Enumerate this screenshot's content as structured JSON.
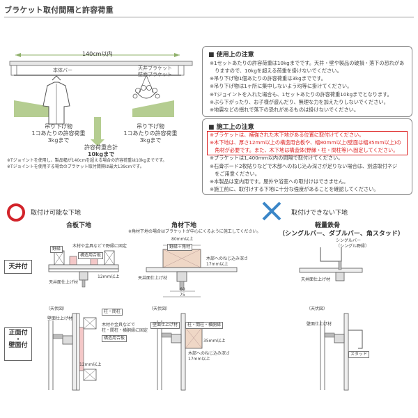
{
  "title": "ブラケット取付間隔と許容荷重",
  "top_diagram": {
    "span_label": "140cm以内",
    "bar_label": "本体バー",
    "bracket_label_1": "天井ブラケット",
    "bracket_label_2": "壁面ブラケット",
    "left_load_1": "吊り下げ物",
    "left_load_2": "1コあたりの許容荷重",
    "left_load_3": "3kgまで",
    "right_load_1": "吊り下げ物",
    "right_load_2": "1コあたりの許容荷重",
    "right_load_3": "3kgまで",
    "total_1": "許容荷重合計",
    "total_2": "10kgまで",
    "footnote_1": "※Tジョイントを使用し、製品幅が140cmを超える場合の許容荷重は10kgまでです。",
    "footnote_2": "※Tジョイントを使用する場合のブラケット取付間隔は最大139cmです。"
  },
  "notes_use": {
    "title": "■ 使用上の注意",
    "lines": [
      "※1セットあたりの許容荷重は10kgまでです。天井・壁や製品の破損・落下の恐れがあ",
      "　りますので、10kgを超える荷重を掛けないでください。",
      "※吊り下げ物1個あたりの許容荷重は3kgまでです。",
      "※吊り下げ物は1ヶ所に集中しないよう均等に掛けてください。",
      "※Tジョイントを入れた場合も、1セットあたりの許容荷重10kgまでとなります。",
      "※ぶら下がったり、お子様が遊んだり、無理な力を加えたりしないでください。",
      "※地震などの揺れで落下の恐れがあるものは掛けないでください。"
    ]
  },
  "notes_install": {
    "title": "■ 施工上の注意",
    "red_lines": [
      "※ブラケットは、補強された木下地がある位置に取付けてください。",
      "※木下地は、厚さ12mm以上の構造用合板や、幅80mm以上(壁面は幅35mm以上)の",
      "　角材が必要です。また、木下地は構造体(野縁・柱・間柱等)へ固定してください。"
    ],
    "lines": [
      "※プラケットは1,400mm以内の間隔で取付けてください。",
      "※石膏ボード2枚貼りなどで木部へのねじ込み深さが足りない場合は、別途取付ネジ",
      "　をご用意ください。",
      "※本製品は室内用です。屋外や浴室への取付けはできません。",
      "※施工前に、取付けする下地に十分な強度があることを確認してください。"
    ]
  },
  "ok_section": {
    "header": "取付け可能な下地",
    "col1": "合板下地",
    "col2": "角材下地",
    "col2_note": "※角材下地の場合はブラケットが中心にくるように施工してください。"
  },
  "ng_section": {
    "header": "取付けできない下地",
    "sub1": "軽量鉄骨",
    "sub2": "（シングルバー、ダブルバー、角スタッド）"
  },
  "rows": {
    "ceiling": "天井付",
    "wall_1": "正面付",
    "wall_2": "・",
    "wall_3": "壁面付"
  },
  "ceiling_plywood": {
    "nobuchi": "野縁",
    "wood_note": "木材や金具などで野縁に固定",
    "plywood": "構造用合板",
    "finish": "天井面仕上げ材",
    "depth": "12mm以上"
  },
  "ceiling_lumber": {
    "dim": "80mm以上",
    "nobuchi": "野縁＋角材",
    "screw": "木部へのねじ込み深さ",
    "screw2": "17mm以上",
    "finish": "天井面仕上げ材",
    "w60": "60",
    "w75": "75"
  },
  "ceiling_ng": {
    "bar": "シングルバー",
    "bar2": "（シングル野縁）",
    "finish": "天井面仕上げ材"
  },
  "wall_plywood": {
    "view": "（天伏図）",
    "finish": "壁面仕上げ材",
    "post": "柱・間柱",
    "note1": "木材や金具などで",
    "note2": "柱・間柱・横胴縁に固定",
    "plywood": "構造用合板",
    "depth": "12mm以上"
  },
  "wall_lumber": {
    "view": "（天伏図）",
    "finish": "壁面仕上げ材",
    "post": "柱・間柱・横胴縁",
    "dim": "35mm以上",
    "screw": "木部へのねじ込み深さ",
    "screw2": "17mm以上"
  },
  "wall_ng": {
    "view": "（天伏図）",
    "finish": "壁面仕上げ材",
    "stud": "スタッド"
  }
}
